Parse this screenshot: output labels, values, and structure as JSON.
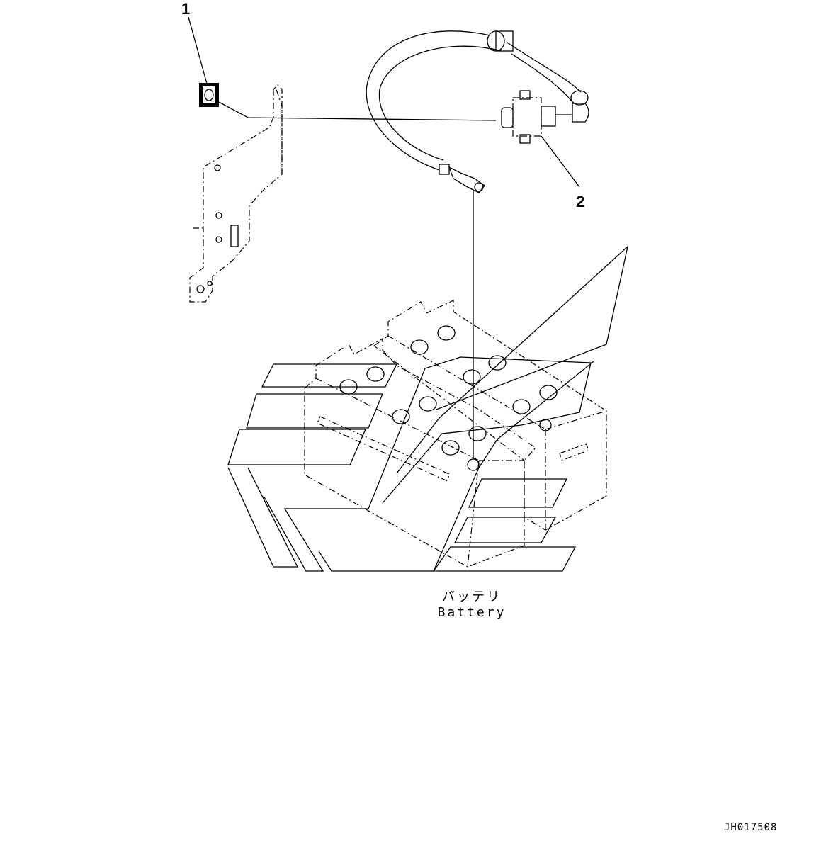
{
  "callouts": {
    "item_1": "1",
    "item_2": "2"
  },
  "battery_label": {
    "japanese": "バッテリ",
    "english": "Battery"
  },
  "drawing_code": "JH017508",
  "colors": {
    "line": "#000000",
    "background": "#ffffff"
  }
}
